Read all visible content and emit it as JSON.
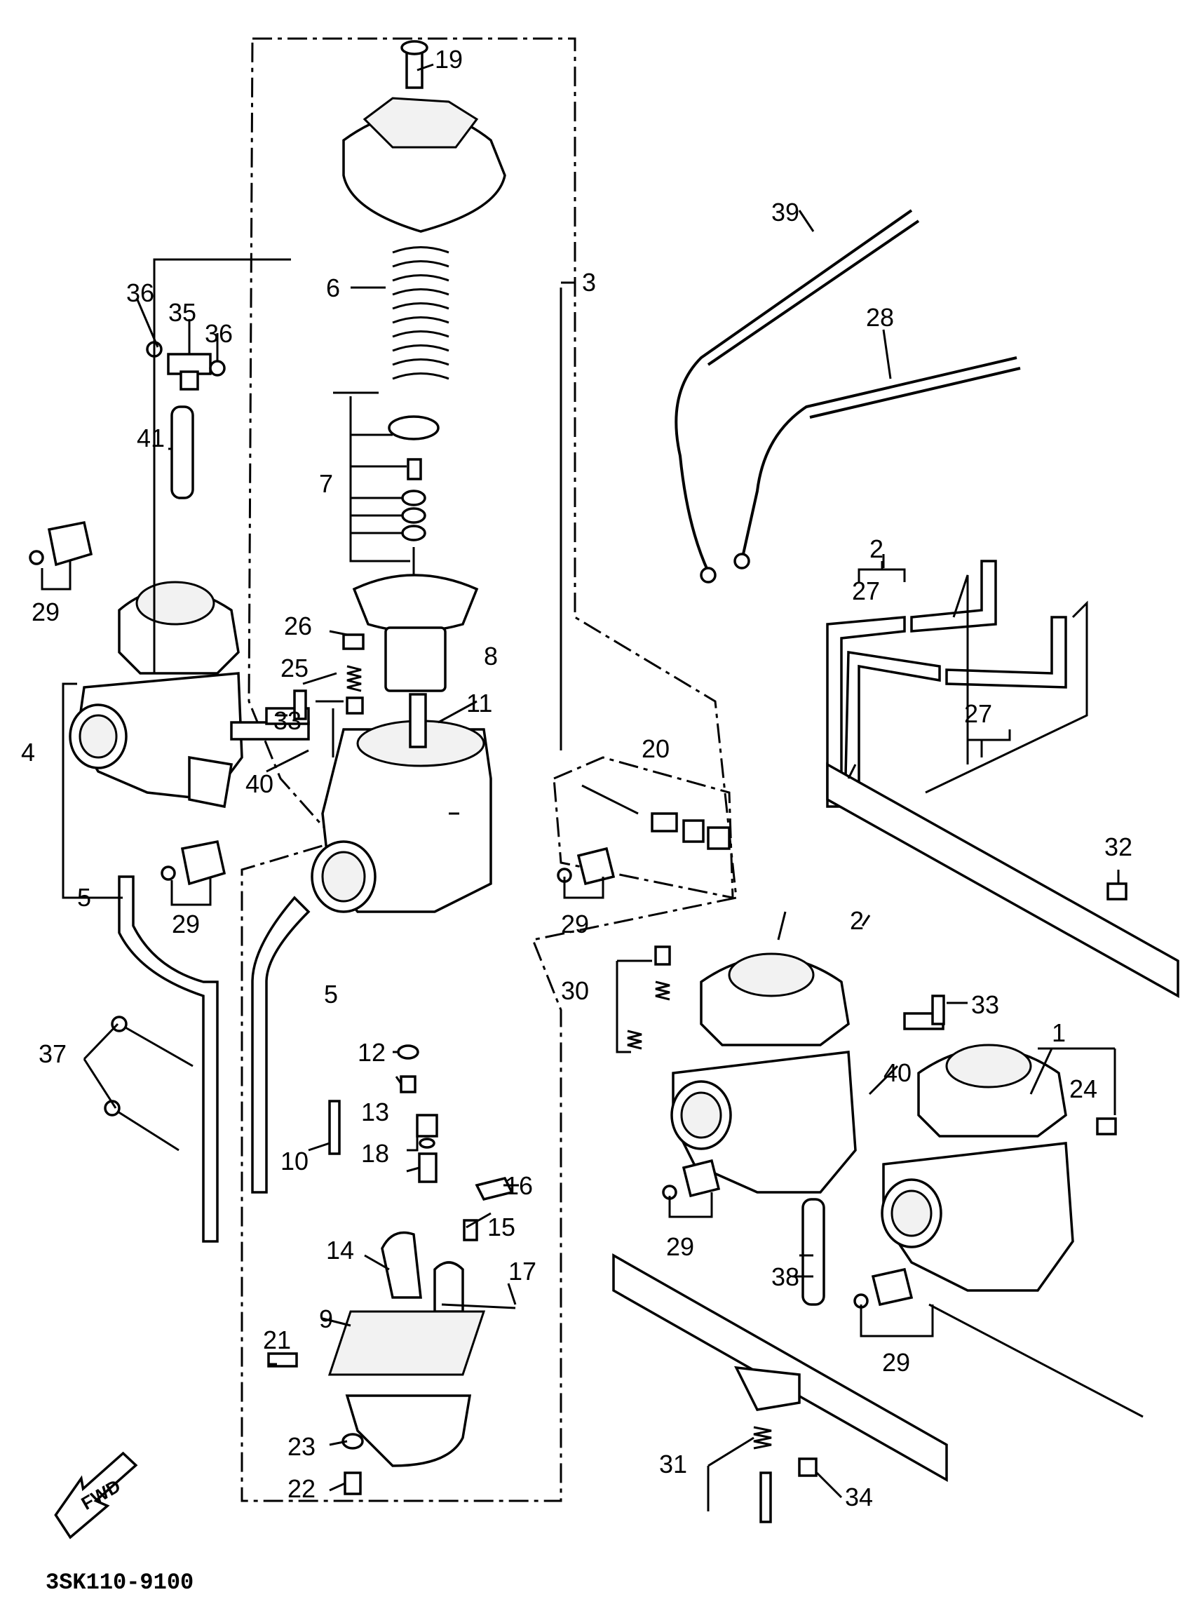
{
  "diagram_code": "3SK110-9100",
  "fwd_arrow_text": "FWD",
  "callouts": [
    "1",
    "2",
    "3",
    "4",
    "5",
    "6",
    "7",
    "8",
    "9",
    "10",
    "11",
    "12",
    "13",
    "14",
    "15",
    "16",
    "17",
    "18",
    "19",
    "20",
    "21",
    "22",
    "23",
    "24",
    "25",
    "26",
    "27",
    "28",
    "29",
    "30",
    "31",
    "32",
    "33",
    "34",
    "35",
    "36",
    "37",
    "38",
    "39",
    "40",
    "41"
  ]
}
